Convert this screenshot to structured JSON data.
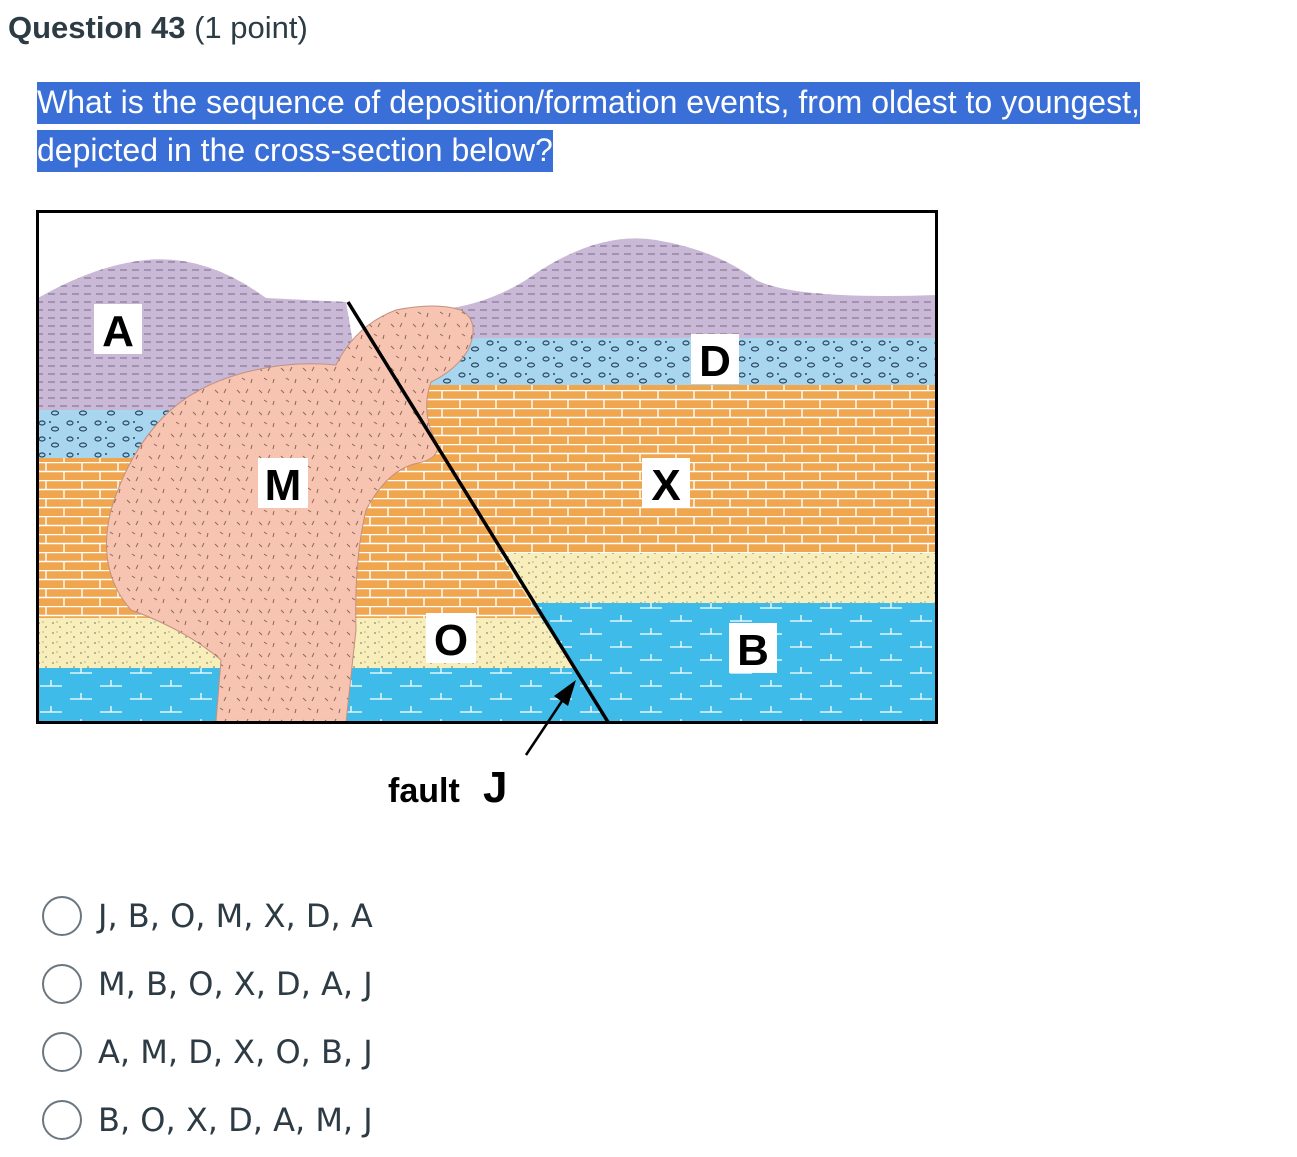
{
  "question": {
    "title": "Question 43",
    "points": "(1 point)",
    "prompt": "What is the sequence of deposition/formation events, from oldest to youngest, depicted in the cross-section below?"
  },
  "figure": {
    "labels": {
      "A": "A",
      "M": "M",
      "D": "D",
      "X": "X",
      "O": "O",
      "B": "B",
      "fault_text": "fault",
      "fault_letter": "J"
    },
    "colors": {
      "shale_purple": "#c9b8d6",
      "conglomerate_blue": "#a9d6ef",
      "limestone_orange": "#f0a64e",
      "sandstone_yellow": "#f7eebb",
      "water_blue": "#3fbbe9",
      "intrusion_pink": "#f6c4b0"
    }
  },
  "options": [
    {
      "label": "J, B, O, M, X, D, A"
    },
    {
      "label": "M, B, O, X, D, A, J"
    },
    {
      "label": "A, M, D, X, O, B, J"
    },
    {
      "label": "B, O, X, D, A, M, J"
    }
  ]
}
